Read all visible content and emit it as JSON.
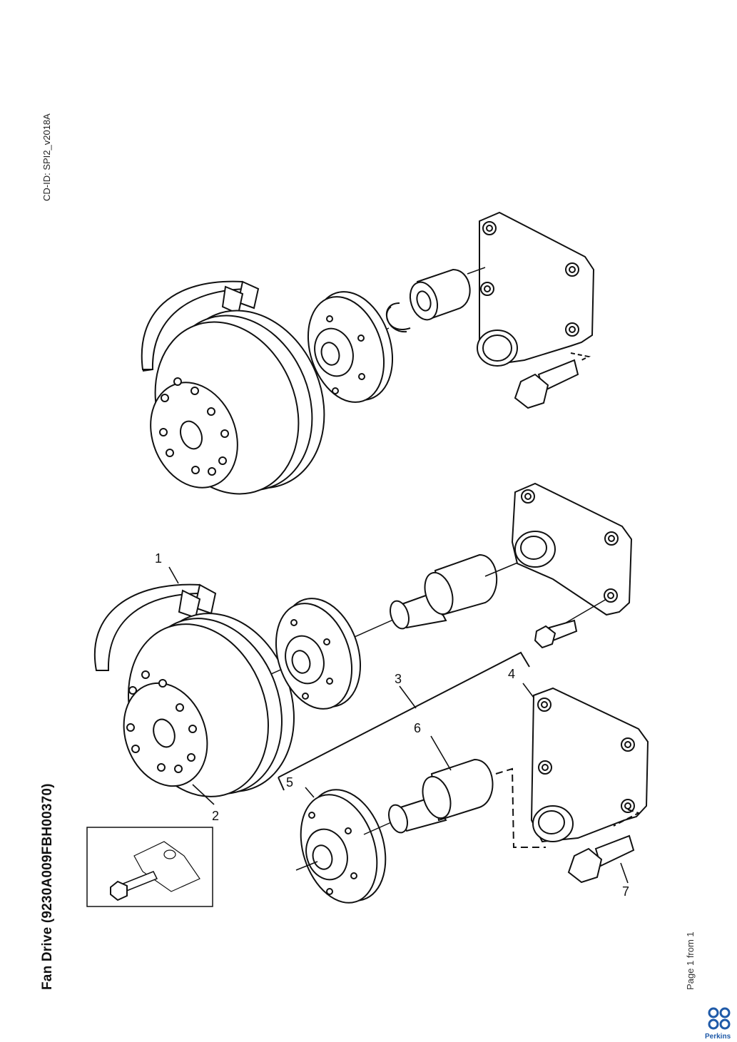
{
  "header": {
    "cd_id": "CD-ID: SPI2_v2018A",
    "title": "Fan Drive (9230A009FBH00370)",
    "page": "Page 1 from 1"
  },
  "callouts": {
    "c1": "1",
    "c2": "2",
    "c3": "3",
    "c4": "4",
    "c5": "5",
    "c6": "6",
    "c7": "7"
  },
  "brand": {
    "name": "Perkins",
    "color": "#1f5aa8"
  },
  "icons": [
    "perkins-logo-icon"
  ]
}
